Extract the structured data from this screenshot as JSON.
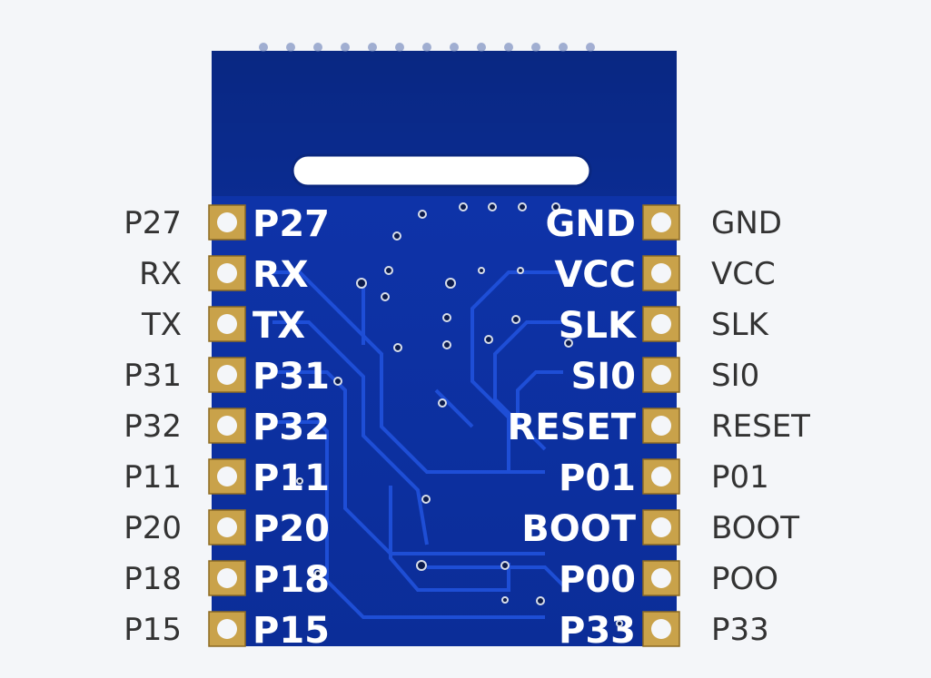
{
  "image": {
    "subject": "Module pinout",
    "colors": {
      "background": "#f4f6f9",
      "board": "#0d2f9a",
      "board_dark": "#08236f",
      "trace": "#1f4fd6",
      "silkscreen": "#ffffff",
      "pad": "#c9a24a",
      "label": "#333333"
    }
  },
  "pins": {
    "left": [
      "P27",
      "RX",
      "TX",
      "P31",
      "P32",
      "P11",
      "P20",
      "P18",
      "P15"
    ],
    "right": [
      "GND",
      "VCC",
      "SLK",
      "SI0",
      "RESET",
      "P01",
      "BOOT",
      "POO",
      "P33"
    ]
  },
  "silkscreen": {
    "left": [
      "P27",
      "RX",
      "TX",
      "P31",
      "P32",
      "P11",
      "P20",
      "P18",
      "P15"
    ],
    "right": [
      "GND",
      "VCC",
      "SLK",
      "SI0",
      "RESET",
      "P01",
      "BOOT",
      "P00",
      "P33"
    ]
  }
}
